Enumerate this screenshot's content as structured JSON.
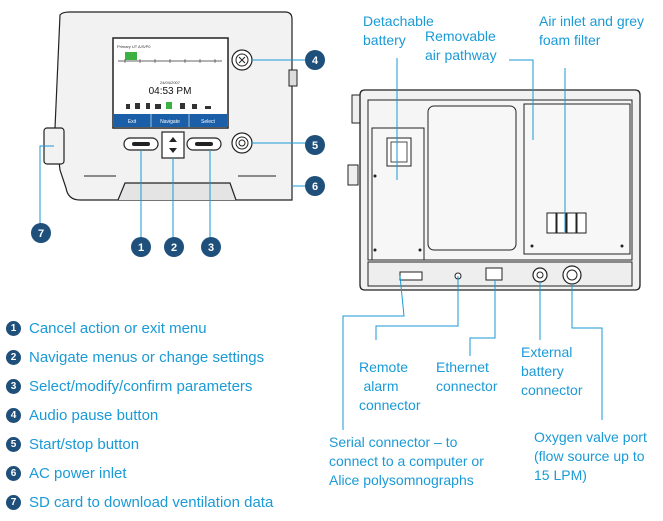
{
  "front_device": {
    "screen": {
      "header": "Primary UT A/S/P0",
      "date": "24/04/2007",
      "time": "04:53 PM",
      "softkeys": [
        "Exit",
        "Navigate",
        "Select"
      ]
    },
    "callout_numbers": [
      "1",
      "2",
      "3",
      "4",
      "5",
      "6",
      "7"
    ]
  },
  "rear_labels": {
    "detachable_battery": [
      "Detachable",
      "battery"
    ],
    "removable_air_pathway": [
      "Removable",
      "air pathway"
    ],
    "air_inlet": [
      "Air inlet and grey",
      "foam filter"
    ],
    "remote_alarm": [
      "Remote",
      "alarm",
      "connector"
    ],
    "ethernet": [
      "Ethernet",
      "connector"
    ],
    "external_battery": [
      "External",
      "battery",
      "connector"
    ],
    "serial": [
      "Serial connector – to",
      "connect to a computer or",
      "Alice polysomnographs"
    ],
    "oxygen": [
      "Oxygen valve port",
      "(flow source up to",
      "15 LPM)"
    ]
  },
  "legend": [
    {
      "num": "1",
      "text": "Cancel action or exit menu"
    },
    {
      "num": "2",
      "text": "Navigate menus or change settings"
    },
    {
      "num": "3",
      "text": "Select/modify/confirm parameters"
    },
    {
      "num": "4",
      "text": "Audio pause button"
    },
    {
      "num": "5",
      "text": "Start/stop button"
    },
    {
      "num": "6",
      "text": "AC power inlet"
    },
    {
      "num": "7",
      "text": "SD card to download ventilation data"
    }
  ],
  "colors": {
    "accent": "#1a9ad6",
    "badge": "#1f4f7b",
    "screen_bar": "#1a5fa8",
    "device": "#f2f2f2"
  }
}
